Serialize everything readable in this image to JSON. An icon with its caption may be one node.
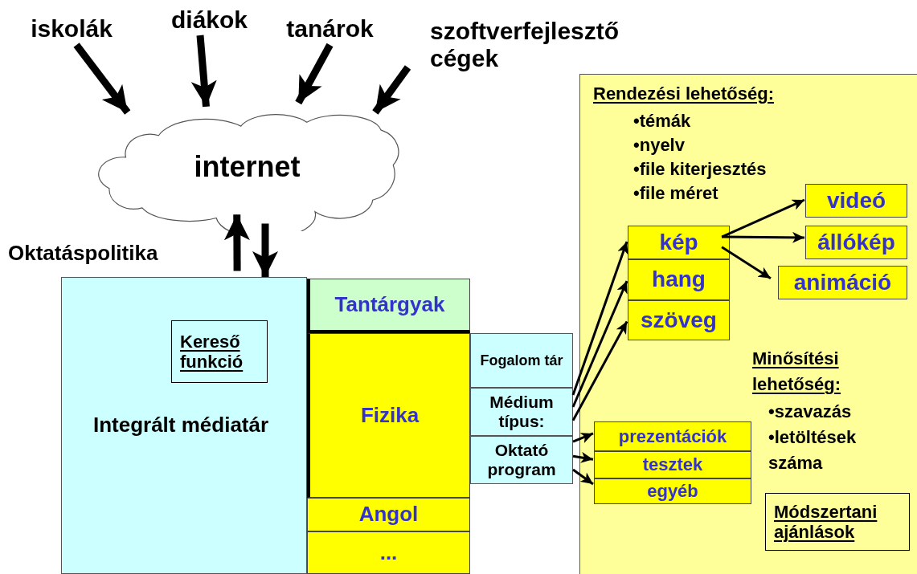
{
  "diagram": {
    "nodes": [
      {
        "text": [
          "iskolák"
        ]
      },
      {
        "text": [
          "diákok"
        ]
      },
      {
        "text": [
          "tanárok"
        ]
      },
      {
        "text": [
          "szoftverfejlesztő cégek"
        ]
      },
      {
        "text": [
          "internet"
        ]
      },
      {
        "text": [
          "Integrált médiatár"
        ]
      },
      {
        "text": [
          "Kereső funkció"
        ],
        "in": 5
      },
      {
        "text": [
          "Tantárgyak"
        ]
      },
      {
        "text": [
          "Fizika"
        ]
      },
      {
        "text": [
          "Angol"
        ]
      },
      {
        "text": [
          "..."
        ]
      },
      {
        "text": [
          "Fogalom tár"
        ]
      },
      {
        "text": [
          "Médium típus:"
        ]
      },
      {
        "text": [
          "Oktató program"
        ]
      },
      {
        "text": [
          "Rendezési lehetőség:",
          "•témák",
          "•nyelv",
          "•file kiterjesztés",
          "•file méret",
          "Minősítési lehetőség:",
          "•szavazás",
          "•letöltések száma"
        ]
      },
      {
        "text": [
          "kép"
        ],
        "in": 14
      },
      {
        "text": [
          "hang"
        ],
        "in": 14
      },
      {
        "text": [
          "szöveg"
        ],
        "in": 14
      },
      {
        "text": [
          "videó"
        ],
        "in": 14
      },
      {
        "text": [
          "állókép"
        ],
        "in": 14
      },
      {
        "text": [
          "animáció"
        ],
        "in": 14
      },
      {
        "text": [
          "prezentációk"
        ],
        "in": 14
      },
      {
        "text": [
          "tesztek"
        ],
        "in": 14
      },
      {
        "text": [
          "egyéb"
        ],
        "in": 14
      },
      {
        "text": [
          "Módszertani ajánlások"
        ],
        "in": 14
      }
    ],
    "edges": [
      {
        "from": 0,
        "to": 4,
        "arrow": "to",
        "style": "thick"
      },
      {
        "from": 1,
        "to": 4,
        "arrow": "to",
        "style": "thick"
      },
      {
        "from": 2,
        "to": 4,
        "arrow": "to",
        "style": "thick"
      },
      {
        "from": 3,
        "to": 4,
        "arrow": "to",
        "style": "thick"
      },
      {
        "from": 5,
        "to": 4,
        "arrow": "to",
        "style": "thick"
      },
      {
        "from": 4,
        "to": 5,
        "arrow": "to",
        "style": "thick"
      },
      {
        "from": 12,
        "to": 15,
        "arrow": "to"
      },
      {
        "from": 12,
        "to": 16,
        "arrow": "to"
      },
      {
        "from": 12,
        "to": 17,
        "arrow": "to"
      },
      {
        "from": 15,
        "to": 18,
        "arrow": "to"
      },
      {
        "from": 15,
        "to": 19,
        "arrow": "to"
      },
      {
        "from": 15,
        "to": 20,
        "arrow": "to"
      },
      {
        "from": 13,
        "to": 21,
        "arrow": "to"
      },
      {
        "from": 13,
        "to": 22,
        "arrow": "to"
      },
      {
        "from": 13,
        "to": 23,
        "arrow": "to"
      }
    ],
    "labels": [
      "Oktatáspolitika"
    ]
  }
}
